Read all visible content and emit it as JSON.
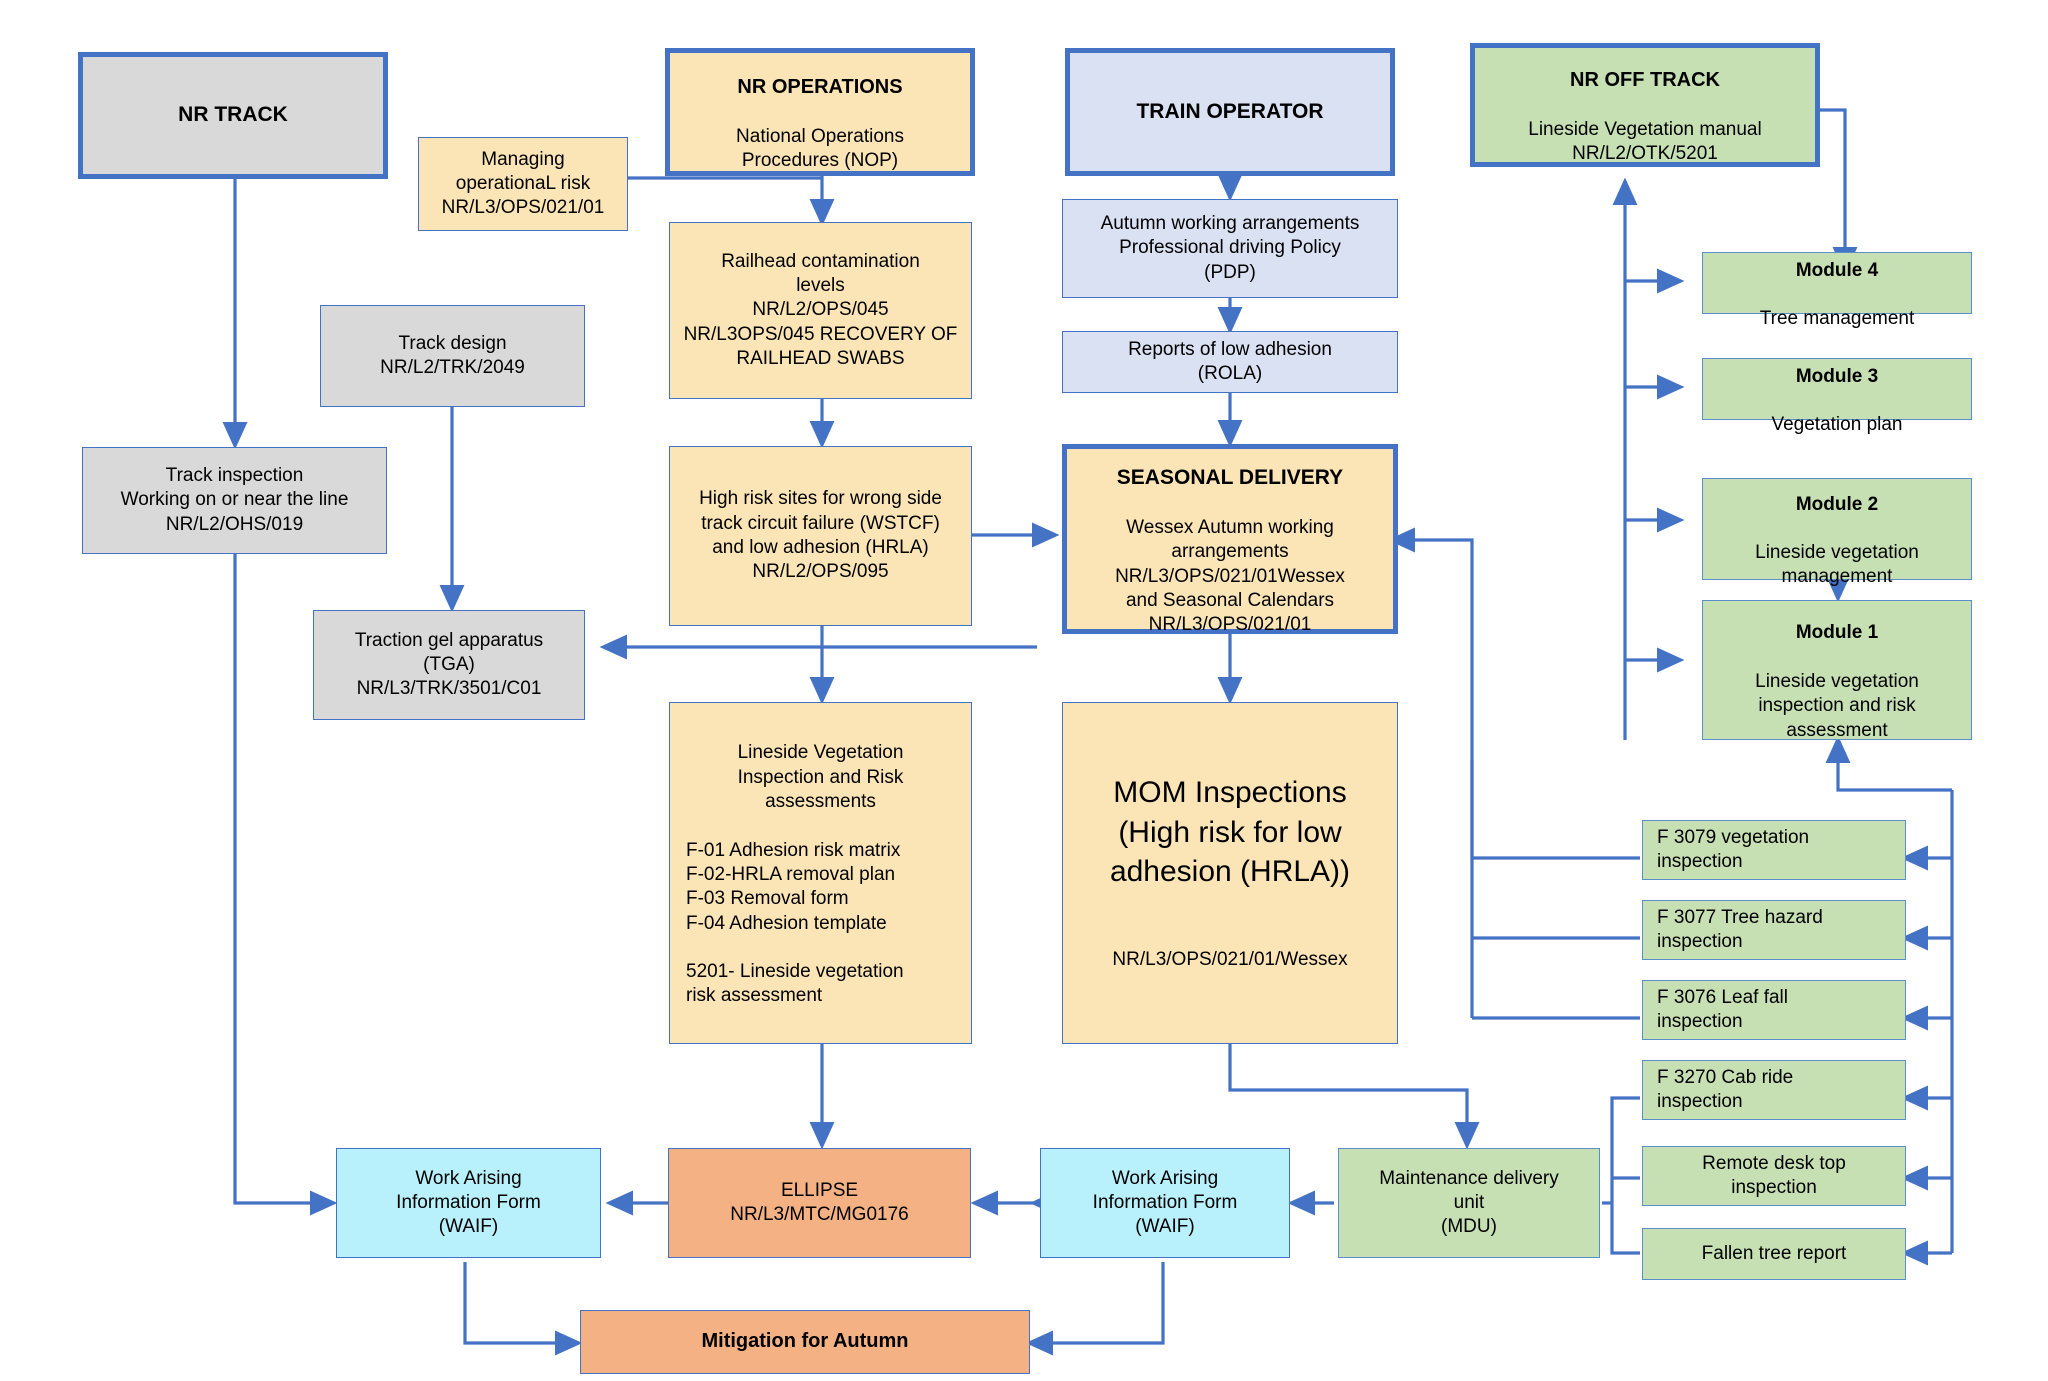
{
  "meta": {
    "title": "Wessex Autumn / Seasonal Delivery process flowchart",
    "colors": {
      "connector": "#4472c4",
      "grey_fill": "#d9d9d9",
      "cream_fill": "#fbe5b6",
      "lavender_fill": "#dae1f3",
      "green_fill": "#c6e0b4",
      "cyan_fill": "#b8f1fb",
      "orange_fill": "#f4b183"
    }
  },
  "nodes": {
    "nr_track": {
      "title": "NR TRACK",
      "body": ""
    },
    "managing_op_risk": {
      "title": "",
      "body": "Managing\noperationaL risk\nNR/L3/OPS/021/01"
    },
    "nr_operations": {
      "title": "NR OPERATIONS",
      "body": "National Operations\nProcedures (NOP)"
    },
    "train_operator": {
      "title": "TRAIN OPERATOR",
      "body": ""
    },
    "nr_off_track": {
      "title": "NR OFF TRACK",
      "body": "Lineside Vegetation manual\nNR/L2/OTK/5201"
    },
    "railhead": {
      "title": "",
      "body": "Railhead contamination\nlevels\nNR/L2/OPS/045\nNR/L3OPS/045 RECOVERY OF\nRAILHEAD SWABS"
    },
    "autumn_working": {
      "title": "",
      "body": "Autumn working arrangements\nProfessional driving Policy\n(PDP)"
    },
    "rola": {
      "title": "",
      "body": "Reports of low adhesion\n(ROLA)"
    },
    "module4": {
      "title": "Module 4",
      "body": "Tree management"
    },
    "module3": {
      "title": "Module 3",
      "body": "Vegetation plan"
    },
    "module2": {
      "title": "Module 2",
      "body": "Lineside vegetation\nmanagement"
    },
    "module1": {
      "title": "Module 1",
      "body": "Lineside vegetation\ninspection and risk\nassessment"
    },
    "track_design": {
      "title": "",
      "body": "Track design\nNR/L2/TRK/2049"
    },
    "track_inspection": {
      "title": "",
      "body": "Track inspection\nWorking on or near the line\nNR/L2/OHS/019"
    },
    "traction_gel": {
      "title": "",
      "body": "Traction gel apparatus\n(TGA)\nNR/L3/TRK/3501/C01"
    },
    "high_risk_sites": {
      "title": "",
      "body": "High risk sites for wrong side\ntrack circuit failure (WSTCF)\nand low adhesion (HRLA)\nNR/L2/OPS/095"
    },
    "seasonal_delivery": {
      "title": "SEASONAL DELIVERY",
      "body": "Wessex Autumn working\narrangements\nNR/L3/OPS/021/01Wessex\nand Seasonal Calendars\nNR/L3/OPS/021/01"
    },
    "lineside_veg_insp": {
      "title": "",
      "body_centered": "Lineside Vegetation\nInspection and Risk\nassessments",
      "body_left": "F-01 Adhesion risk matrix\nF-02-HRLA removal plan\nF-03 Removal form\nF-04 Adhesion template\n\n5201- Lineside vegetation\nrisk assessment"
    },
    "mom_inspections": {
      "title": "",
      "body_big": "MOM Inspections\n(High risk for low\nadhesion (HRLA))",
      "body_small": "NR/L3/OPS/021/01/Wessex"
    },
    "f3079": {
      "title": "",
      "body": "F 3079 vegetation\ninspection"
    },
    "f3077": {
      "title": "",
      "body": "F 3077 Tree hazard\ninspection"
    },
    "f3076": {
      "title": "",
      "body": "F 3076 Leaf fall\ninspection"
    },
    "f3270": {
      "title": "",
      "body": "F 3270 Cab ride\ninspection"
    },
    "remote_desktop": {
      "title": "",
      "body": "Remote desk top\ninspection"
    },
    "fallen_tree": {
      "title": "",
      "body": "Fallen tree report"
    },
    "waif_left": {
      "title": "",
      "body": "Work Arising\nInformation Form\n(WAIF)"
    },
    "ellipse": {
      "title": "",
      "body": "ELLIPSE\nNR/L3/MTC/MG0176"
    },
    "waif_right": {
      "title": "",
      "body": "Work Arising\nInformation Form\n(WAIF)"
    },
    "mdu": {
      "title": "",
      "body": "Maintenance delivery\nunit\n(MDU)"
    },
    "mitigation": {
      "title": "Mitigation for Autumn",
      "body": ""
    }
  }
}
